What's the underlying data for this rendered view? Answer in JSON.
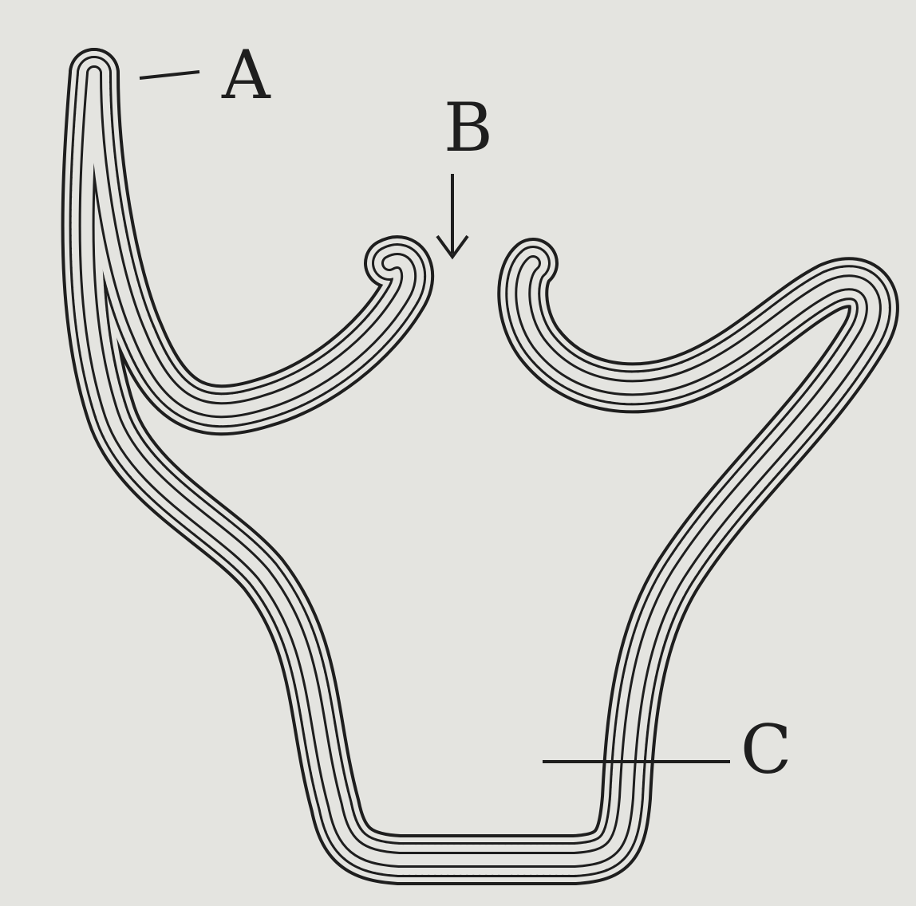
{
  "labels": {
    "a": "A",
    "b": "B",
    "c": "C"
  },
  "colors": {
    "background": "#e4e4e0",
    "ink": "#1e1e1e"
  }
}
